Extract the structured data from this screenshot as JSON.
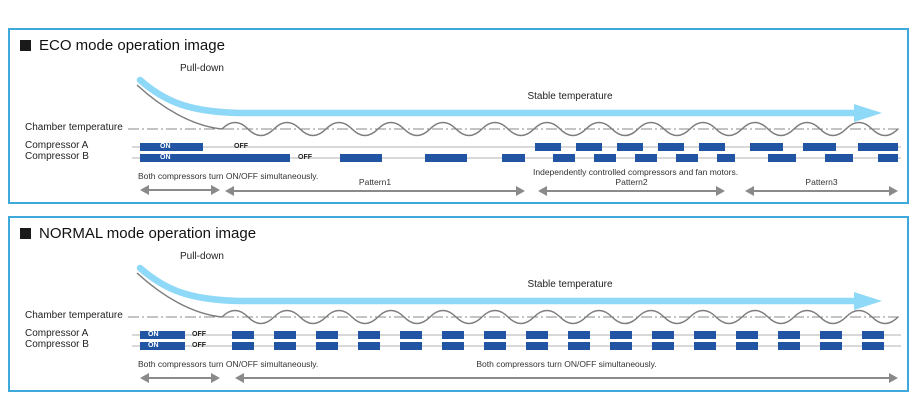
{
  "colors": {
    "accent_blue": "#8ed9f7",
    "bar_blue": "#2155a3",
    "border_blue": "#3fa9dc",
    "arrow_gray": "#8a8a8a"
  },
  "panels": [
    {
      "title": "ECO mode operation image",
      "pulldown": "Pull-down",
      "stable": "Stable temperature",
      "chamber": "Chamber temperature",
      "comp_a": "Compressor A",
      "comp_b": "Compressor B",
      "on": "ON",
      "off": "OFF",
      "note_simultaneous": "Both compressors turn ON/OFF simultaneously.",
      "note_independent": "Independently controlled compressors and fan motors.",
      "pattern1": "Pattern1",
      "pattern2": "Pattern2",
      "pattern3": "Pattern3",
      "bars_a": [
        [
          130,
          63
        ],
        [
          525,
          26
        ],
        [
          566,
          26
        ],
        [
          607,
          26
        ],
        [
          648,
          26
        ],
        [
          689,
          26
        ],
        [
          740,
          33
        ],
        [
          793,
          33
        ],
        [
          848,
          40
        ]
      ],
      "bars_b": [
        [
          130,
          150
        ],
        [
          330,
          42
        ],
        [
          415,
          42
        ],
        [
          492,
          23
        ],
        [
          543,
          22
        ],
        [
          584,
          22
        ],
        [
          625,
          22
        ],
        [
          666,
          22
        ],
        [
          707,
          18
        ],
        [
          758,
          28
        ],
        [
          815,
          28
        ],
        [
          868,
          20
        ]
      ]
    },
    {
      "title": "NORMAL mode operation image",
      "pulldown": "Pull-down",
      "stable": "Stable temperature",
      "chamber": "Chamber temperature",
      "comp_a": "Compressor A",
      "comp_b": "Compressor B",
      "on": "ON",
      "off": "OFF",
      "note_simultaneous": "Both compressors turn ON/OFF simultaneously.",
      "note_simultaneous_long": "Both compressors turn ON/OFF simultaneously.",
      "bars_a": [
        [
          130,
          45
        ],
        [
          222,
          22
        ],
        [
          264,
          22
        ],
        [
          306,
          22
        ],
        [
          348,
          22
        ],
        [
          390,
          22
        ],
        [
          432,
          22
        ],
        [
          474,
          22
        ],
        [
          516,
          22
        ],
        [
          558,
          22
        ],
        [
          600,
          22
        ],
        [
          642,
          22
        ],
        [
          684,
          22
        ],
        [
          726,
          22
        ],
        [
          768,
          22
        ],
        [
          810,
          22
        ],
        [
          852,
          22
        ]
      ],
      "bars_b": [
        [
          130,
          45
        ],
        [
          222,
          22
        ],
        [
          264,
          22
        ],
        [
          306,
          22
        ],
        [
          348,
          22
        ],
        [
          390,
          22
        ],
        [
          432,
          22
        ],
        [
          474,
          22
        ],
        [
          516,
          22
        ],
        [
          558,
          22
        ],
        [
          600,
          22
        ],
        [
          642,
          22
        ],
        [
          684,
          22
        ],
        [
          726,
          22
        ],
        [
          768,
          22
        ],
        [
          810,
          22
        ],
        [
          852,
          22
        ]
      ]
    }
  ]
}
